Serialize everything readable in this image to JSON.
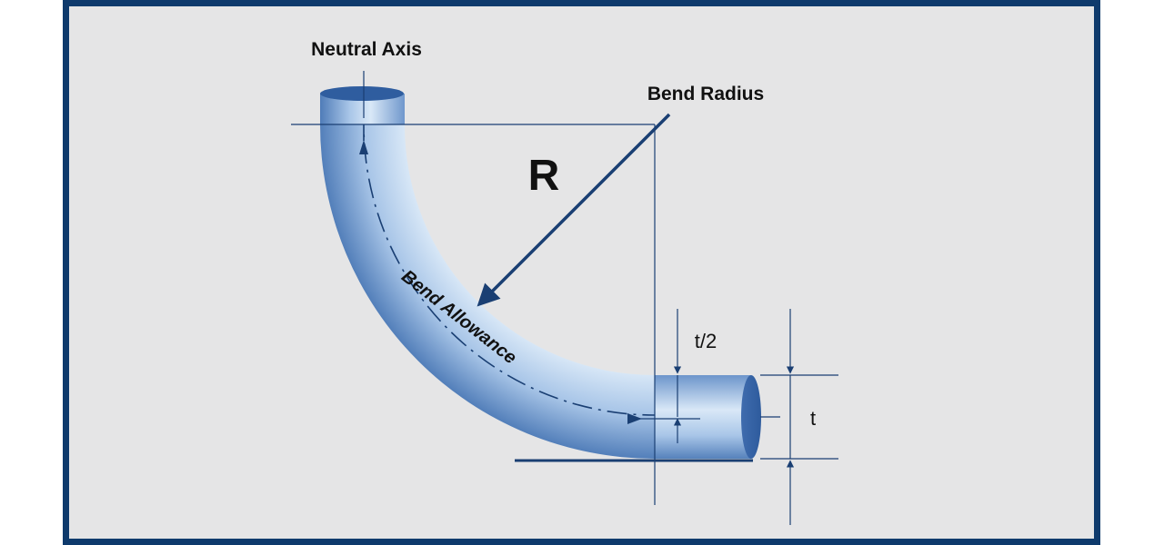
{
  "diagram": {
    "labels": {
      "neutral_axis": "Neutral Axis",
      "bend_radius": "Bend Radius",
      "radius_symbol": "R",
      "bend_allowance": "Bend Allowance",
      "half_thickness": "t/2",
      "thickness": "t"
    },
    "colors": {
      "frame_border": "#0e3a6c",
      "background": "#e5e5e6",
      "line": "#1a3f73",
      "tube_light": "#e8f1fb",
      "tube_dark": "#5e88c2"
    }
  }
}
